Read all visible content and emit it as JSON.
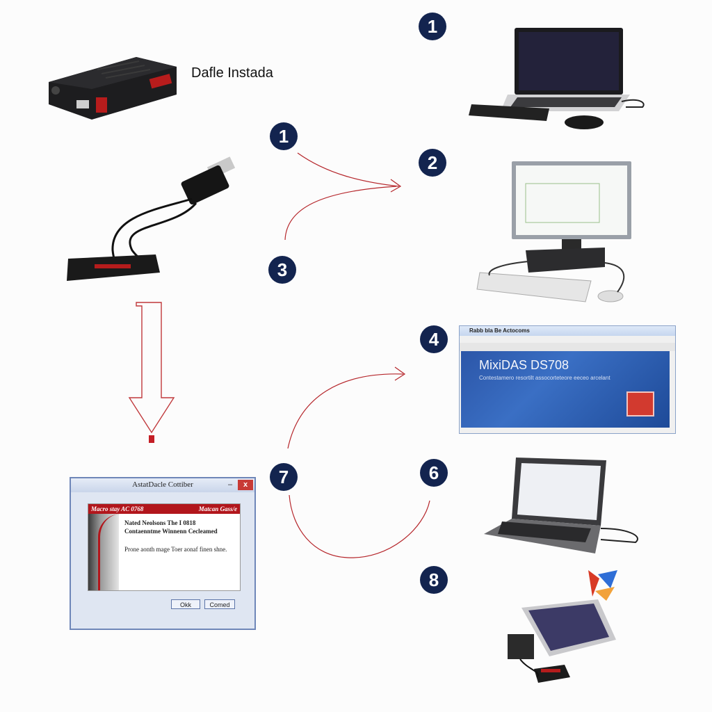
{
  "diagram": {
    "device_label": "Dafle Instada",
    "badges": [
      "1",
      "1",
      "2",
      "3",
      "4",
      "7",
      "6",
      "8"
    ]
  },
  "app_window": {
    "title": "Rabb bla Be Actocoms",
    "heading": "MixiDAS DS708",
    "subtitle": "Contestamero resortilt assocorteteore eeceo arcelant",
    "status_text": "▪ ▪ ▪"
  },
  "dialog": {
    "title": "AstatDacle Cottiber",
    "close_label": "x",
    "min_label": "–",
    "banner_left": "Macro stay AC 0768",
    "banner_right": "Matcan Gass/e",
    "line1": "Nated Neolsons The I 0818",
    "line2": "Contaenntme Winnenn Cecleamed",
    "line3": "Prone aonth mage Toer aonaf finen shne.",
    "ok_label": "Okk",
    "cancel_label": "Comed"
  },
  "colors": {
    "badge": "#13244f",
    "arrow": "#b5252a",
    "banner": "#b2161c"
  }
}
